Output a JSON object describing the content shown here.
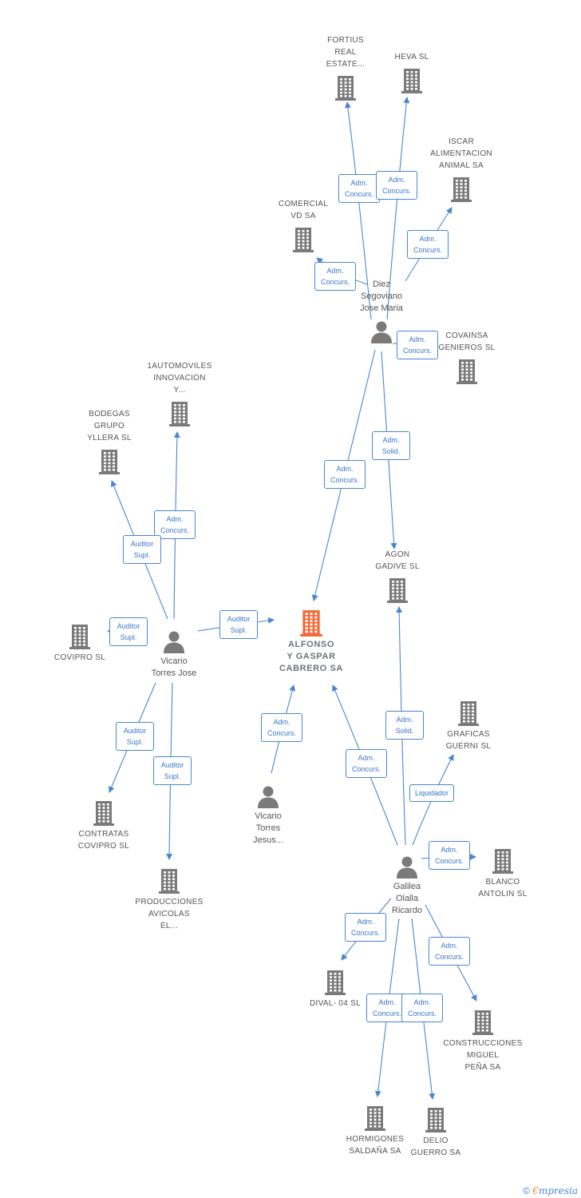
{
  "colors": {
    "edge": "#4a86d4",
    "node_icon": "#7a7a7a",
    "center_icon": "#f26b3a",
    "badge_text": "#3a76c6"
  },
  "center": {
    "label_lines": [
      "ALFONSO",
      "Y GASPAR",
      "CABRERO SA"
    ],
    "icon": "building-icon"
  },
  "people": {
    "diez": {
      "label_lines": [
        "Diez",
        "Segoviano",
        "Jose Maria"
      ],
      "icon": "person-icon"
    },
    "vicario_jose": {
      "label_lines": [
        "Vicario",
        "Torres Jose"
      ],
      "icon": "person-icon"
    },
    "vicario_jesus": {
      "label_lines": [
        "Vicario",
        "Torres",
        "Jesus..."
      ],
      "icon": "person-icon"
    },
    "galilea": {
      "label_lines": [
        "Galilea",
        "Olalla",
        "Ricardo"
      ],
      "icon": "person-icon"
    }
  },
  "companies": {
    "fortius": {
      "label_lines": [
        "FORTIUS",
        "REAL",
        "ESTATE..."
      ]
    },
    "heva": {
      "label_lines": [
        "HEVA SL"
      ]
    },
    "iscar": {
      "label_lines": [
        "ISCAR",
        "ALIMENTACION",
        "ANIMAL SA"
      ]
    },
    "comercial_vd": {
      "label_lines": [
        "COMERCIAL",
        "VD SA"
      ]
    },
    "covainsa": {
      "label_lines": [
        "COVAINSA",
        "GENIEROS SL"
      ]
    },
    "automoviles": {
      "label_lines": [
        "1AUTOMOVILES",
        "INNOVACION",
        "Y..."
      ]
    },
    "bodegas": {
      "label_lines": [
        "BODEGAS",
        "GRUPO",
        "YLLERA SL"
      ]
    },
    "agon": {
      "label_lines": [
        "AGON",
        "GADIVE SL"
      ]
    },
    "covipro": {
      "label_lines": [
        "COVIPRO SL"
      ]
    },
    "graficas": {
      "label_lines": [
        "GRAFICAS",
        "GUERNI SL"
      ]
    },
    "contratas": {
      "label_lines": [
        "CONTRATAS",
        "COVIPRO SL"
      ]
    },
    "blanco": {
      "label_lines": [
        "BLANCO",
        "ANTOLIN SL"
      ]
    },
    "producciones": {
      "label_lines": [
        "PRODUCCIONES",
        "AVICOLAS",
        "EL..."
      ]
    },
    "dival": {
      "label_lines": [
        "DIVAL- 04 SL"
      ]
    },
    "construcciones": {
      "label_lines": [
        "CONSTRUCCIONES",
        "MIGUEL",
        "PEÑA SA"
      ]
    },
    "hormigones": {
      "label_lines": [
        "HORMIGONES",
        "SALDAÑA SA"
      ]
    },
    "delio": {
      "label_lines": [
        "DELIO",
        "GUERRO SA"
      ]
    }
  },
  "relations": [
    {
      "from": "diez",
      "to": "fortius",
      "role": [
        "Adm.",
        "Concurs."
      ]
    },
    {
      "from": "diez",
      "to": "heva",
      "role": [
        "Adm.",
        "Concurs."
      ]
    },
    {
      "from": "diez",
      "to": "iscar",
      "role": [
        "Adm.",
        "Concurs."
      ]
    },
    {
      "from": "diez",
      "to": "comercial_vd",
      "role": [
        "Adm.",
        "Concurs."
      ]
    },
    {
      "from": "diez",
      "to": "covainsa",
      "role": [
        "Adm.",
        "Concurs."
      ]
    },
    {
      "from": "diez",
      "to": "center",
      "role": [
        "Adm.",
        "Concurs."
      ]
    },
    {
      "from": "diez",
      "to": "agon",
      "role": [
        "Adm.",
        "Solid."
      ]
    },
    {
      "from": "vicario_jose",
      "to": "automoviles",
      "role": [
        "Adm.",
        "Concurs."
      ]
    },
    {
      "from": "vicario_jose",
      "to": "bodegas",
      "role": [
        "Auditor",
        "Supl."
      ]
    },
    {
      "from": "vicario_jose",
      "to": "covipro",
      "role": [
        "Auditor",
        "Supl."
      ]
    },
    {
      "from": "vicario_jose",
      "to": "center",
      "role": [
        "Auditor",
        "Supl."
      ]
    },
    {
      "from": "vicario_jose",
      "to": "contratas",
      "role": [
        "Auditor",
        "Supl."
      ]
    },
    {
      "from": "vicario_jose",
      "to": "producciones",
      "role": [
        "Auditor",
        "Supl."
      ]
    },
    {
      "from": "vicario_jesus",
      "to": "center",
      "role": [
        "Adm.",
        "Concurs."
      ]
    },
    {
      "from": "galilea",
      "to": "center",
      "role": [
        "Adm.",
        "Concurs."
      ]
    },
    {
      "from": "galilea",
      "to": "agon",
      "role": [
        "Adm.",
        "Solid."
      ]
    },
    {
      "from": "galilea",
      "to": "graficas",
      "role": [
        "Liquidador"
      ]
    },
    {
      "from": "galilea",
      "to": "blanco",
      "role": [
        "Adm.",
        "Concurs."
      ]
    },
    {
      "from": "galilea",
      "to": "dival",
      "role": [
        "Adm.",
        "Concurs."
      ]
    },
    {
      "from": "galilea",
      "to": "construcciones",
      "role": [
        "Adm.",
        "Concurs."
      ]
    },
    {
      "from": "galilea",
      "to": "hormigones",
      "role": [
        "Adm.",
        "Concurs."
      ]
    },
    {
      "from": "galilea",
      "to": "delio",
      "role": [
        "Adm.",
        "Concurs."
      ]
    }
  ],
  "branding": {
    "copyright": "©",
    "logo_first": "€",
    "logo_rest": "mpresia"
  }
}
